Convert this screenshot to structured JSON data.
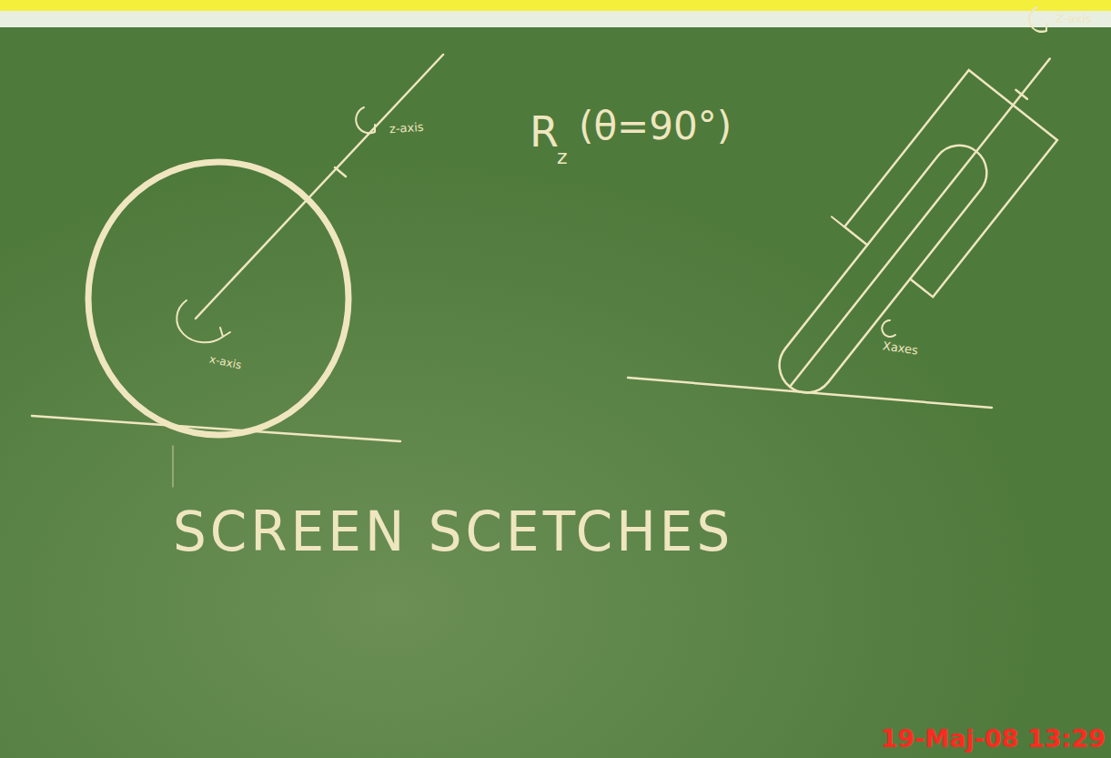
{
  "diagram": {
    "title": "SCREEN SCETCHES",
    "labels": [
      "z-axis",
      "x-axis",
      "R",
      "z",
      "(θ=90°)",
      "Z-axis",
      "Xaxes",
      "19-Maj-08 13:29"
    ]
  }
}
